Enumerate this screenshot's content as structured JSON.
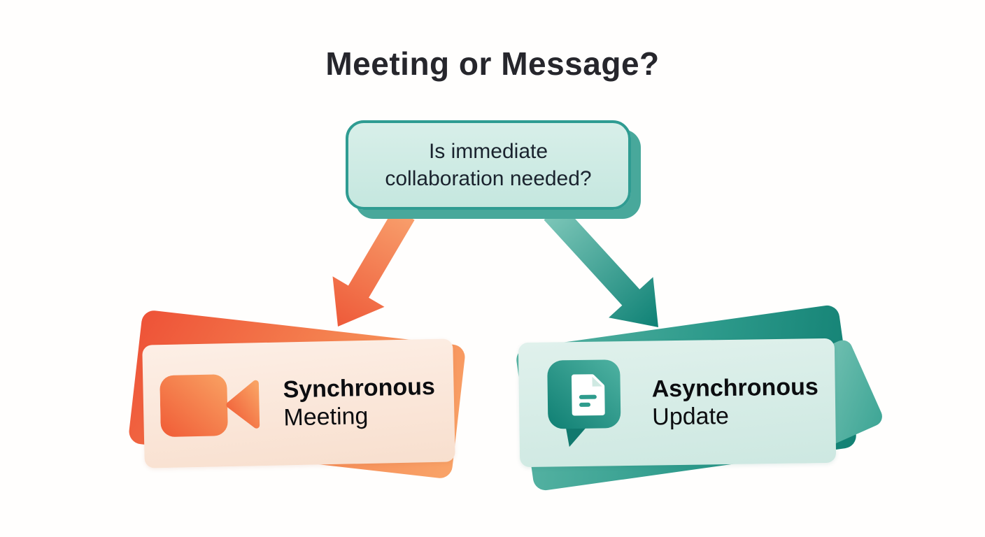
{
  "title": "Meeting or Message?",
  "decision_box": {
    "question_line1": "Is immediate",
    "question_line2": "collaboration needed?"
  },
  "branches": {
    "synchronous": {
      "title": "Synchronous",
      "subtitle": "Meeting",
      "icon": "video-camera-icon",
      "accent_color": "#F0633F"
    },
    "asynchronous": {
      "title": "Asynchronous",
      "subtitle": "Update",
      "icon": "chat-document-icon",
      "accent_color": "#1E8C80"
    }
  },
  "colors": {
    "background": "#FFFFFF",
    "title_text": "#26262C",
    "body_text": "#0C0D10",
    "decision_fill": "#CFEAE4",
    "decision_border": "#2F9C92",
    "decision_shadow": "#48A89B",
    "orange_arrow_start": "#F89E6B",
    "orange_arrow_end": "#EE5A39",
    "teal_arrow_start": "#7CC6B8",
    "teal_arrow_end": "#0E8175",
    "peach_card": "#FBE8DA",
    "mint_card": "#D8ECE7",
    "orange_back_card": "#F05A3C",
    "teal_back_card": "#2E9A8C"
  }
}
